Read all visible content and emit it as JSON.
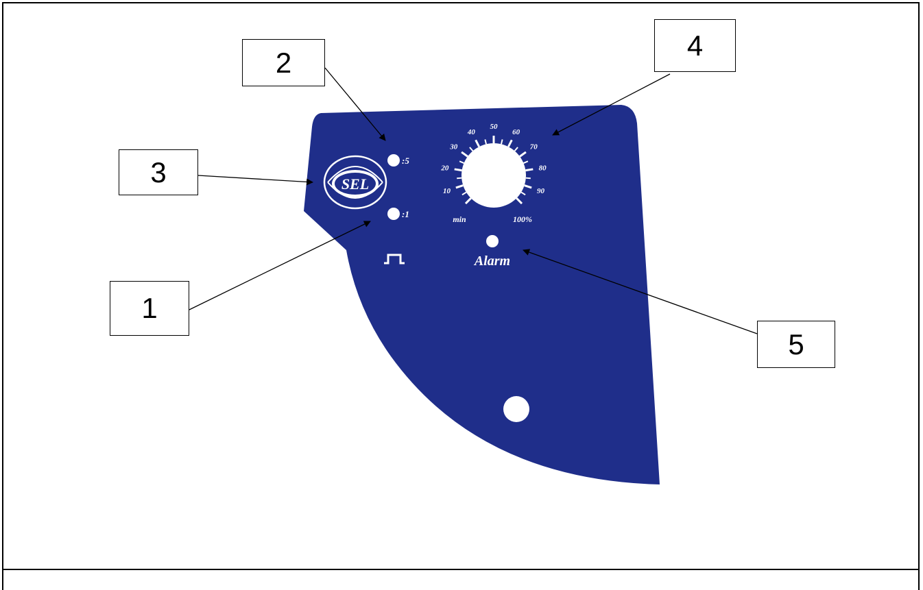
{
  "callouts": [
    {
      "id": "1",
      "label": "1"
    },
    {
      "id": "2",
      "label": "2"
    },
    {
      "id": "3",
      "label": "3"
    },
    {
      "id": "4",
      "label": "4"
    },
    {
      "id": "5",
      "label": "5"
    }
  ],
  "panel": {
    "color": "#1f2e8a",
    "sel_button_label": "SEL",
    "led_top_label": ":5",
    "led_bottom_label": ":1",
    "alarm_label": "Alarm",
    "dial": {
      "min_label": "min",
      "max_label": "100%",
      "scale": [
        "10",
        "20",
        "30",
        "40",
        "50",
        "60",
        "70",
        "80",
        "90"
      ]
    }
  }
}
